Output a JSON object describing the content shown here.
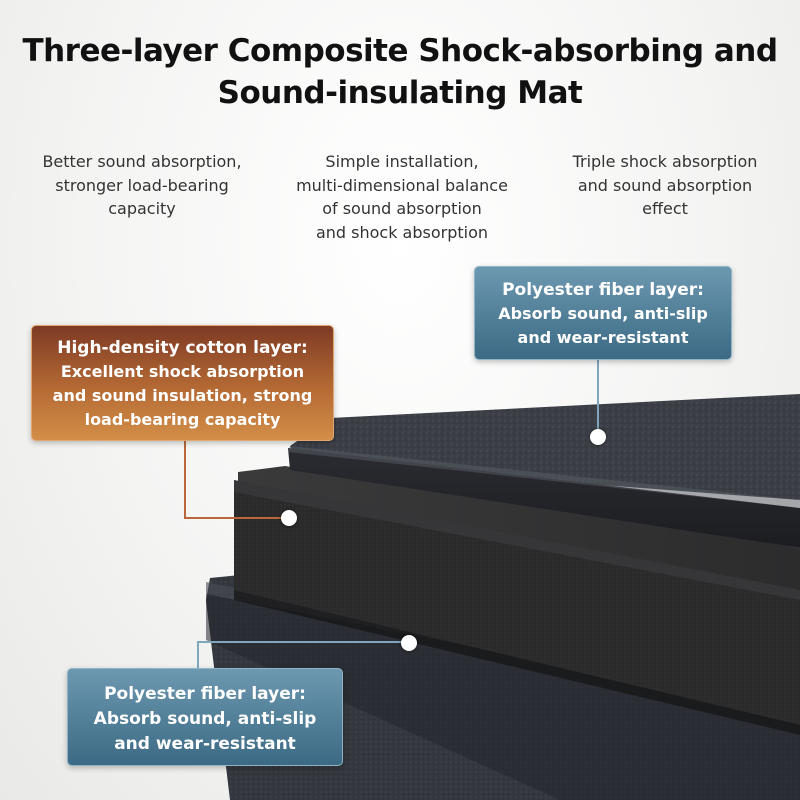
{
  "title": {
    "line1": "Three-layer Composite Shock-absorbing and",
    "line2": "Sound-insulating Mat"
  },
  "features": [
    {
      "lines": [
        "Better sound absorption,",
        "stronger load-bearing",
        "capacity"
      ]
    },
    {
      "lines": [
        "Simple installation,",
        "multi-dimensional balance",
        "of sound absorption",
        "and shock absorption"
      ]
    },
    {
      "lines": [
        "Triple shock absorption",
        "and sound absorption",
        "effect"
      ]
    }
  ],
  "callouts": {
    "top": {
      "heading": "Polyester fiber layer:",
      "lines": [
        "Absorb sound, anti-slip",
        "and wear-resistant"
      ],
      "color": "#4a7892"
    },
    "middle": {
      "heading": "High-density cotton layer:",
      "lines": [
        "Excellent shock absorption",
        "and sound insulation, strong",
        "load-bearing capacity"
      ],
      "color": "#a95f30"
    },
    "bottom": {
      "heading": "Polyester fiber layer:",
      "lines": [
        "Absorb sound, anti-slip",
        "and wear-resistant"
      ],
      "color": "#4a7892"
    }
  },
  "colors": {
    "felt_layer": "#3a3d44",
    "foam_layer": "#2a2a2a",
    "blue_callout": "#4a7892",
    "orange_callout": "#a95f30"
  }
}
